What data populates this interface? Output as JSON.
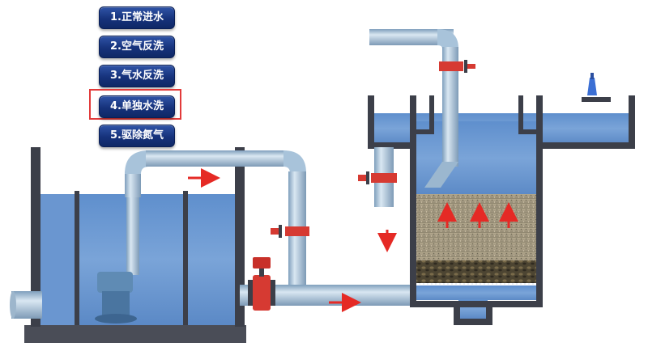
{
  "steps": [
    {
      "label": "1.正常进水"
    },
    {
      "label": "2.空气反洗"
    },
    {
      "label": "3.气水反洗"
    },
    {
      "label": "4.单独水洗",
      "selected": true
    },
    {
      "label": "5.驱除氮气"
    }
  ],
  "colors": {
    "water": "#6f9bd2",
    "wall": "#3c3f49",
    "pipe": "#a8c3da",
    "valve": "#d63a32",
    "arrow": "#e52a25",
    "button": "#1d3a8a",
    "highlight": "#e23a3a"
  }
}
